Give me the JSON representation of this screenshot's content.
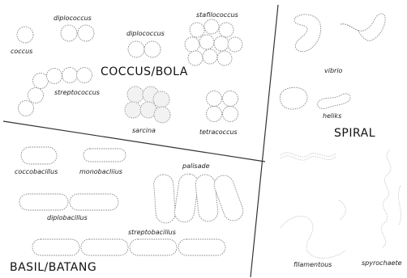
{
  "sections": {
    "coccus": "COCCUS/BOLA",
    "spiral": "SPIRAL",
    "basil": "BASIL/BATANG"
  },
  "labels": {
    "coccus": "coccus",
    "diplococcus_1": "diplococcus",
    "diplococcus_2": "diplococcus",
    "stafilococcus": "stafilococcus",
    "streptococcus": "streptococcus",
    "sarcina": "sarcina",
    "tetracoccus": "tetracoccus",
    "vibrio": "vibrio",
    "heliks": "heliks",
    "coccobacillus": "coccobacillus",
    "monobacillus": "monobacliius",
    "palisade": "palisade",
    "diplobacillus": "diplobacillus",
    "streptobacillus": "streptobacillus",
    "filamentous": "filamentous",
    "spyrochaete": "spyrochaete"
  }
}
